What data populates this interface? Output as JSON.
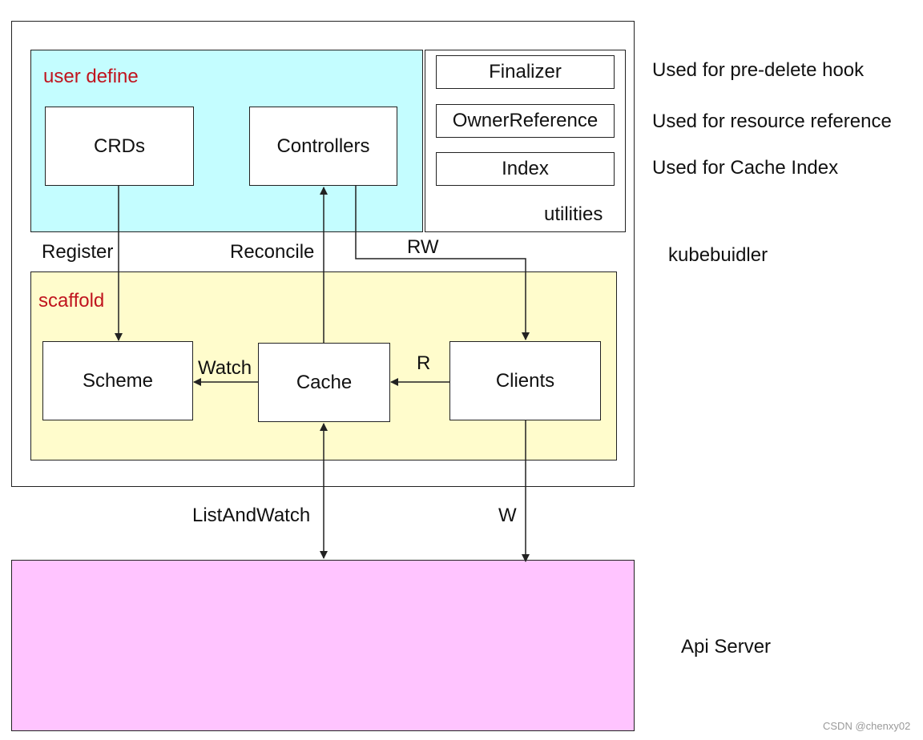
{
  "colors": {
    "user_define_fill": "#c4fdff",
    "scaffold_fill": "#fffccc",
    "api_server_fill": "#ffc4ff",
    "section_title": "#c0141e",
    "line": "#222222"
  },
  "user_define": {
    "title": "user define",
    "crds": "CRDs",
    "controllers": "Controllers"
  },
  "utilities": {
    "finalizer": "Finalizer",
    "owner_reference": "OwnerReference",
    "index": "Index",
    "label": "utilities"
  },
  "notes": {
    "finalizer": "Used for pre-delete hook",
    "owner_reference": "Used for resource reference",
    "index": "Used for Cache Index",
    "kubebuilder": "kubebuidler",
    "api_server": "Api Server"
  },
  "scaffold": {
    "title": "scaffold",
    "scheme": "Scheme",
    "cache": "Cache",
    "clients": "Clients"
  },
  "edges": {
    "register": "Register",
    "reconcile": "Reconcile",
    "rw": "RW",
    "watch": "Watch",
    "r": "R",
    "list_and_watch": "ListAndWatch",
    "w": "W"
  },
  "watermark": "CSDN @chenxy02"
}
